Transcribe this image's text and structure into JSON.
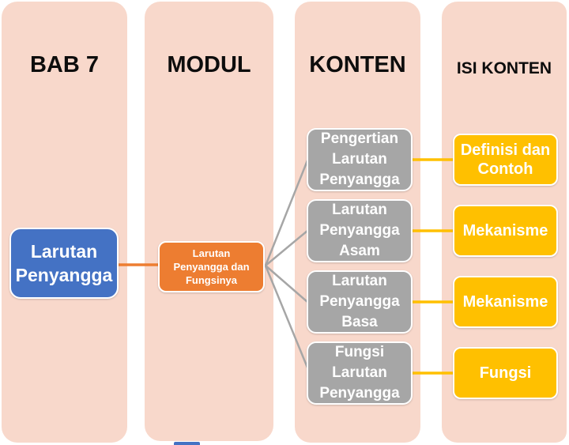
{
  "diagram_title": "Larutan Penyangga concept map",
  "columns": [
    {
      "id": "bab7",
      "header": "BAB 7"
    },
    {
      "id": "modul",
      "header": "MODUL"
    },
    {
      "id": "konten",
      "header": "KONTEN"
    },
    {
      "id": "isi_konten",
      "header": "ISI KONTEN"
    }
  ],
  "headers": {
    "col1": "BAB 7",
    "col2": "MODUL",
    "col3": "KONTEN",
    "col4": "ISI KONTEN"
  },
  "nodes": {
    "bab": {
      "label": "Larutan Penyangga"
    },
    "modul": {
      "label": "Larutan Penyangga dan Fungsinya"
    },
    "konten": [
      {
        "label": "Pengertian Larutan Penyangga"
      },
      {
        "label": "Larutan Penyangga Asam"
      },
      {
        "label": "Larutan Penyangga Basa"
      },
      {
        "label": "Fungsi Larutan Penyangga"
      }
    ],
    "isi": [
      {
        "label": "Definisi dan Contoh"
      },
      {
        "label": "Mekanisme"
      },
      {
        "label": "Mekanisme"
      },
      {
        "label": "Fungsi"
      }
    ]
  },
  "connectors": [
    {
      "from": "bab",
      "to": "modul",
      "color": "#ed7d31"
    },
    {
      "from": "modul",
      "to": "konten.0",
      "color": "#a6a6a6"
    },
    {
      "from": "modul",
      "to": "konten.1",
      "color": "#a6a6a6"
    },
    {
      "from": "modul",
      "to": "konten.2",
      "color": "#a6a6a6"
    },
    {
      "from": "modul",
      "to": "konten.3",
      "color": "#a6a6a6"
    },
    {
      "from": "konten.0",
      "to": "isi.0",
      "color": "#ffc000"
    },
    {
      "from": "konten.1",
      "to": "isi.1",
      "color": "#ffc000"
    },
    {
      "from": "konten.2",
      "to": "isi.2",
      "color": "#ffc000"
    },
    {
      "from": "konten.3",
      "to": "isi.3",
      "color": "#ffc000"
    }
  ],
  "colors": {
    "column_background": "#f8d8cb",
    "bab_node": "#4472c4",
    "modul_node": "#ed7d31",
    "konten_node": "#a6a6a6",
    "isi_node": "#ffc000",
    "header_text": "#0d0d0d",
    "node_text": "#ffffff",
    "node_border": "#ffffff"
  }
}
